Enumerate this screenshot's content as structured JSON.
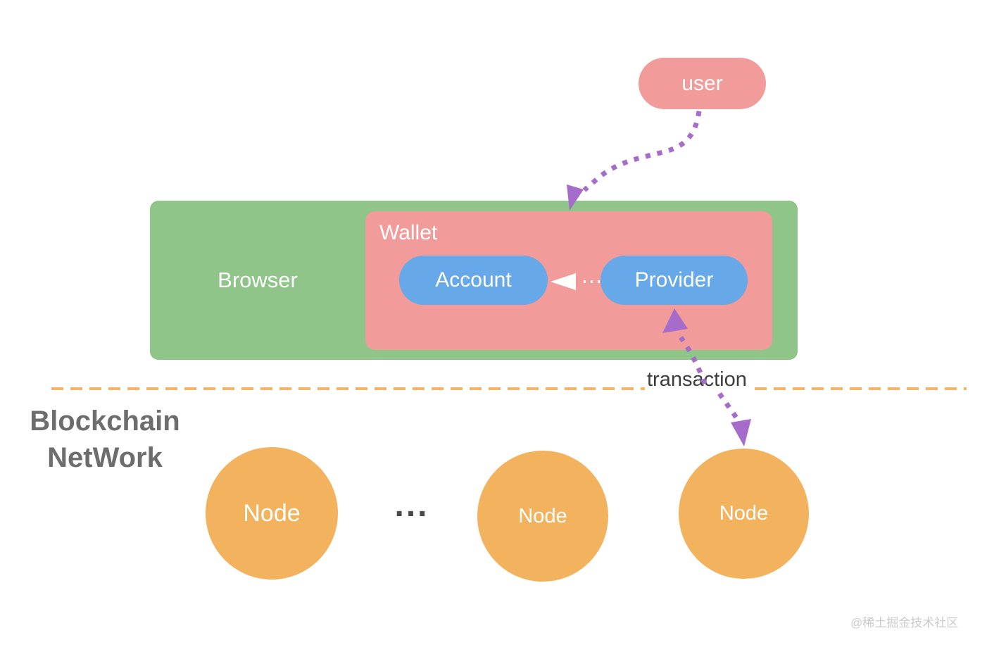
{
  "colors": {
    "salmon": "#F29B9B",
    "green": "#8FC588",
    "blue": "#66A8E8",
    "node_orange": "#F2B25E",
    "dash_orange": "#F3B46C",
    "arrow_purple": "#A56CC9",
    "text_dark": "#3D3D3D",
    "text_gray": "#6D6D6D",
    "watermark_gray": "#CBCBCB"
  },
  "user_pill": {
    "label": "user"
  },
  "browser_box": {
    "label": "Browser"
  },
  "wallet_box": {
    "label": "Wallet",
    "account": "Account",
    "provider": "Provider"
  },
  "separator": {
    "transaction_label": "transaction"
  },
  "blockchain_network": {
    "title_line1": "Blockchain",
    "title_line2": "NetWork",
    "ellipsis": "...",
    "nodes": [
      {
        "label": "Node"
      },
      {
        "label": "Node"
      },
      {
        "label": "Node"
      }
    ]
  },
  "watermark": {
    "text": "@稀土掘金技术社区"
  }
}
